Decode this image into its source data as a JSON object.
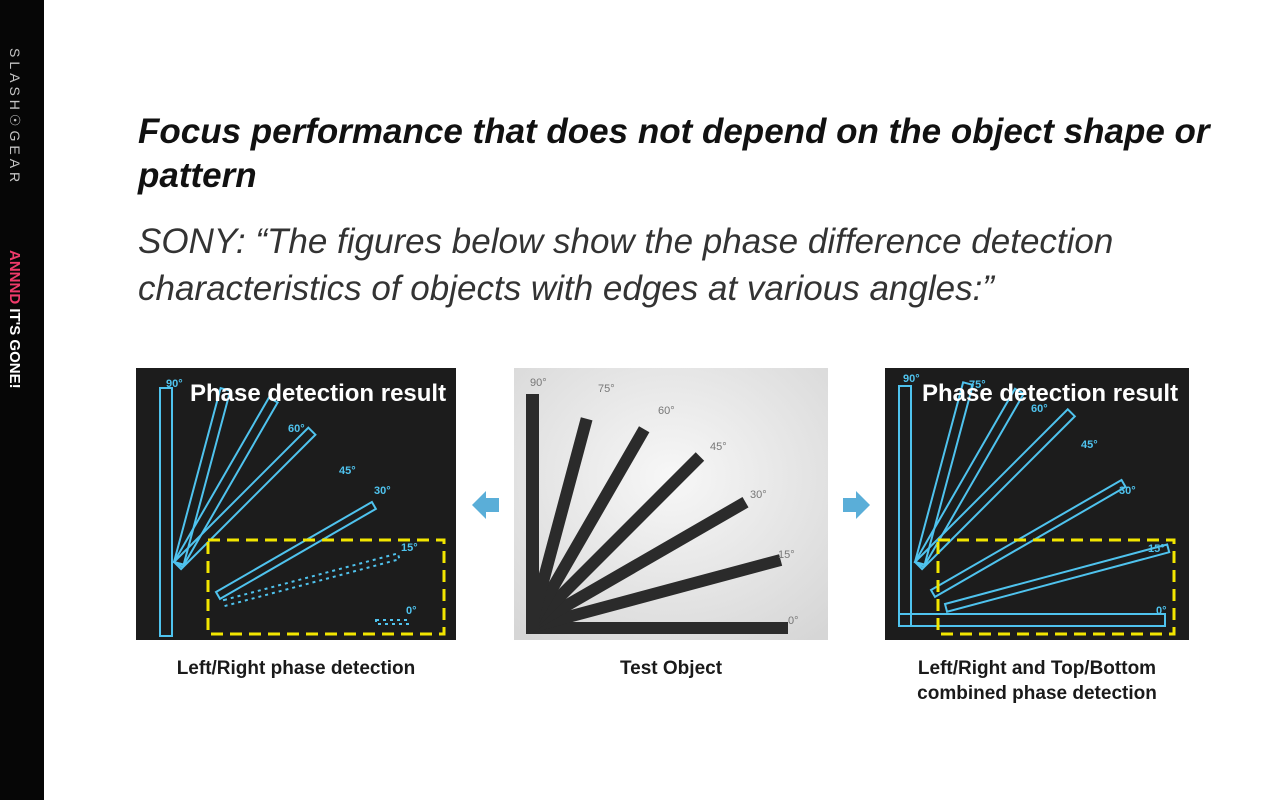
{
  "sidebar": {
    "logo": "SLASH☉GEAR",
    "logo_icon": "gear-icon",
    "tag_accent": "ANNND",
    "tag_rest": "IT'S GONE!"
  },
  "slide": {
    "title": "Focus performance that does not depend on the object shape or pattern",
    "quote": "SONY: “The figures below show the phase difference detection characteristics of objects with edges at various angles:”"
  },
  "figures": {
    "left": {
      "panel_title": "Phase detection result",
      "caption": "Left/Right phase detection",
      "angle_labels": [
        "90°",
        "60°",
        "45°",
        "30°",
        "15°",
        "0°"
      ]
    },
    "center": {
      "caption": "Test Object",
      "angle_labels": [
        "90°",
        "75°",
        "60°",
        "45°",
        "30°",
        "15°",
        "0°"
      ]
    },
    "right": {
      "panel_title": "Phase detection result",
      "caption_line1": "Left/Right and Top/Bottom",
      "caption_line2": "combined phase detection",
      "angle_labels": [
        "90°",
        "75°",
        "60°",
        "45°",
        "30°",
        "15°",
        "0°"
      ]
    }
  },
  "colors": {
    "sidebar_bg": "#060606",
    "accent_pink": "#ee3a6a",
    "detect_blue": "#4fc3ee",
    "highlight_yellow": "#f2e600",
    "arrow_blue": "#5aaed8",
    "panel_dark": "#1c1c1c"
  }
}
